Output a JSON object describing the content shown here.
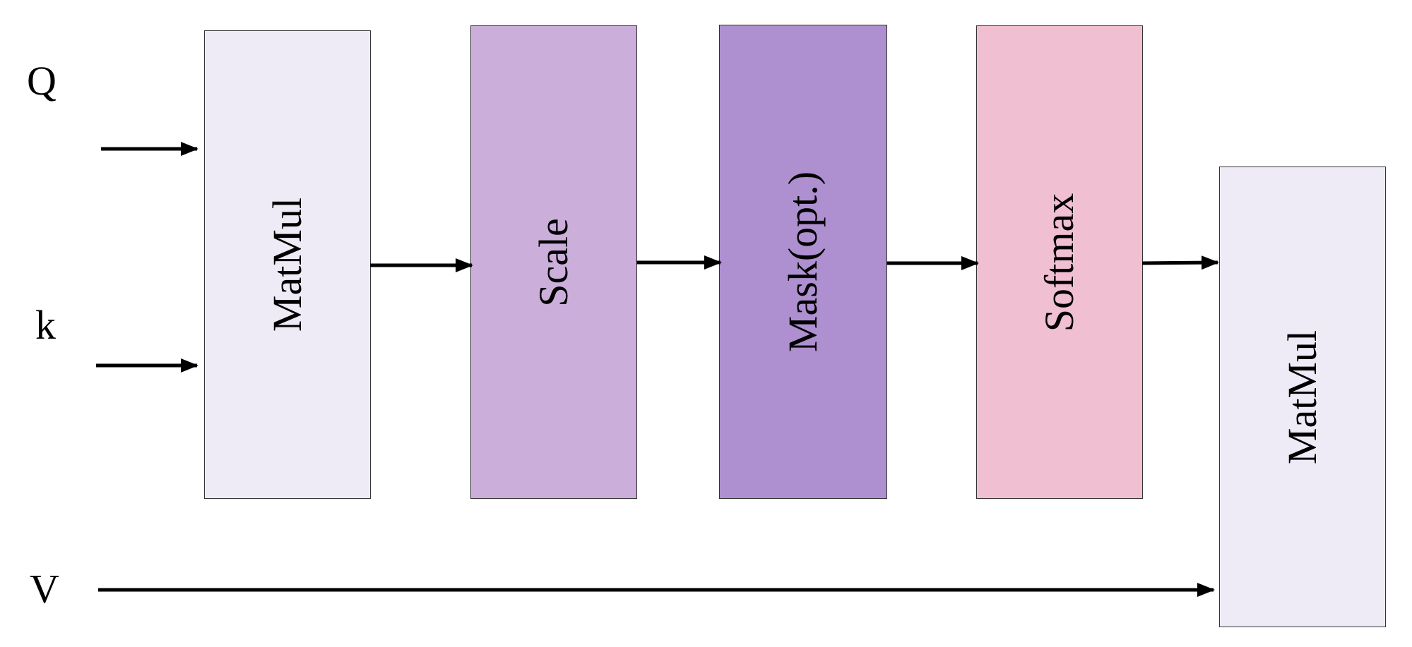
{
  "inputs": {
    "q": "Q",
    "k": "k",
    "v": "V"
  },
  "blocks": [
    {
      "label": "MatMul",
      "color": "#EEEAF6"
    },
    {
      "label": "Scale",
      "color": "#CBAEDA"
    },
    {
      "label": "Mask(opt.)",
      "color": "#AE90D0"
    },
    {
      "label": "Softmax",
      "color": "#F0BFD2"
    },
    {
      "label": "MatMul",
      "color": "#EEEAF6"
    }
  ]
}
